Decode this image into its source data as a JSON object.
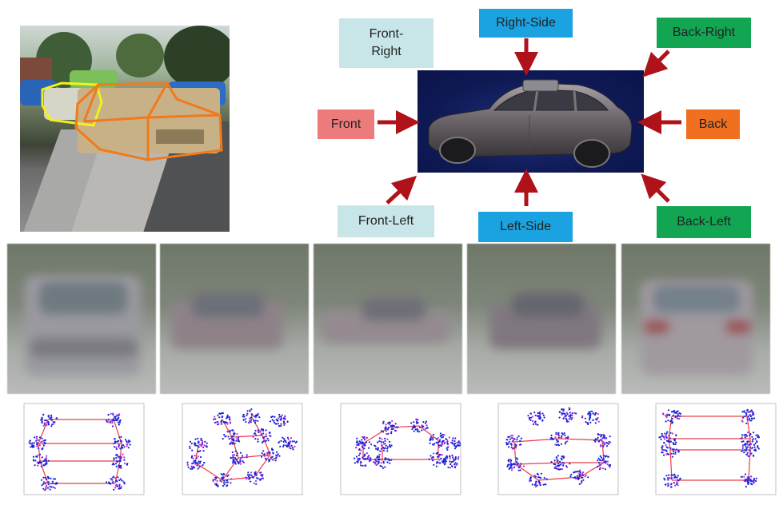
{
  "diagram": {
    "labels": {
      "front_right": "Front-\nRight",
      "right_side": "Right-Side",
      "back_right": "Back-Right",
      "front": "Front",
      "back": "Back",
      "front_left": "Front-Left",
      "left_side": "Left-Side",
      "back_left": "Back-Left"
    },
    "colors": {
      "light_teal": "#c8e6e8",
      "blue": "#1aa3e0",
      "green": "#12a653",
      "pink": "#ee7b7b",
      "orange": "#f07020",
      "arrow_red": "#b0121a",
      "bbox_orange": "#f07a1c",
      "bbox_yellow": "#f3f01c"
    }
  },
  "averages": [
    {
      "view": "front"
    },
    {
      "view": "front-side"
    },
    {
      "view": "side"
    },
    {
      "view": "side-tail"
    },
    {
      "view": "tail"
    }
  ]
}
